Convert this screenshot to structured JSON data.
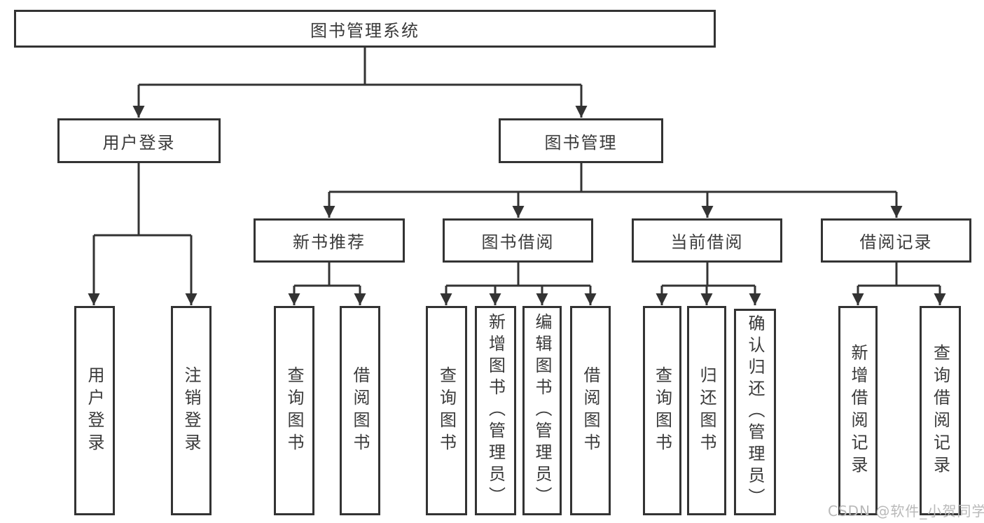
{
  "diagram": {
    "watermark": "CSDN @软件_小贺同学",
    "colors": {
      "line": "#333333",
      "text": "#3a3a3a",
      "watermark": "#b9b9b9",
      "background": "#ffffff"
    },
    "root": {
      "label": "图书管理系统",
      "children": [
        {
          "label": "用户登录",
          "children": [
            {
              "label": "用户登录"
            },
            {
              "label": "注销登录"
            }
          ]
        },
        {
          "label": "图书管理",
          "children": [
            {
              "label": "新书推荐",
              "children": [
                {
                  "label": "查询图书"
                },
                {
                  "label": "借阅图书"
                }
              ]
            },
            {
              "label": "图书借阅",
              "children": [
                {
                  "label": "查询图书"
                },
                {
                  "label": "新增图书（管理员）"
                },
                {
                  "label": "编辑图书（管理员）"
                },
                {
                  "label": "借阅图书"
                }
              ]
            },
            {
              "label": "当前借阅",
              "children": [
                {
                  "label": "查询图书"
                },
                {
                  "label": "归还图书"
                },
                {
                  "label": "确认归还（管理员）"
                }
              ]
            },
            {
              "label": "借阅记录",
              "children": [
                {
                  "label": "新增借阅记录"
                },
                {
                  "label": "查询借阅记录"
                }
              ]
            }
          ]
        }
      ]
    }
  }
}
